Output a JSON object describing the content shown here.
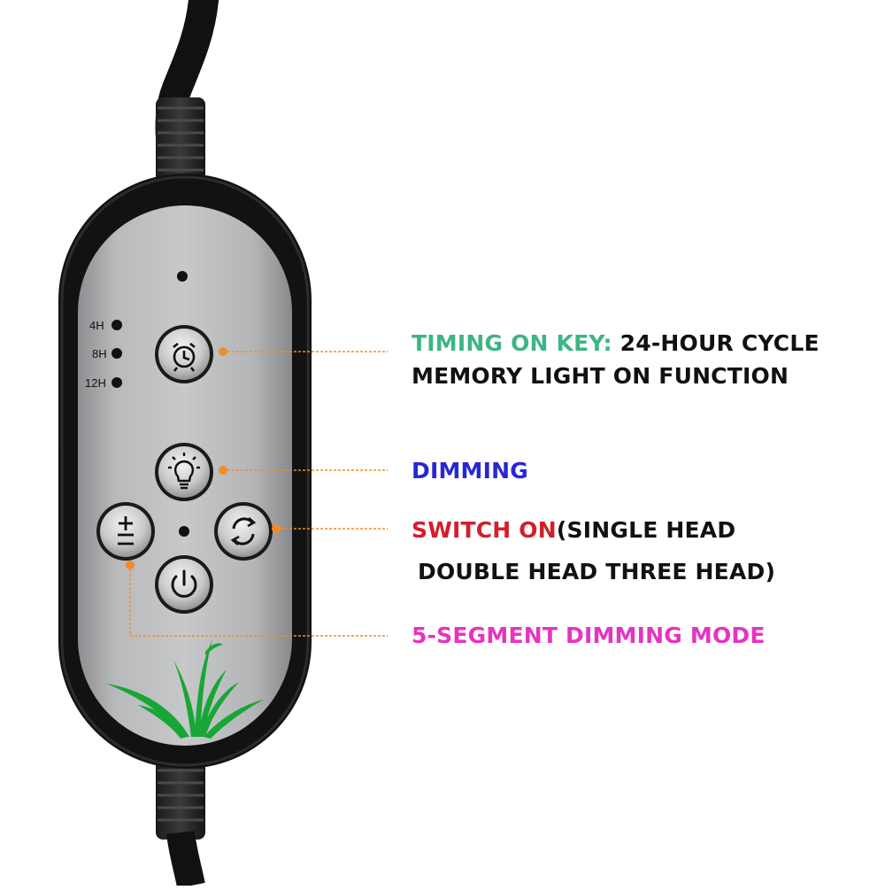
{
  "remote": {
    "timer_levels": [
      "4H",
      "8H",
      "12H"
    ],
    "buttons": {
      "timer": "alarm-clock-icon",
      "dimming": "light-bulb-icon",
      "level": "plus-minus-icon",
      "switch": "cycle-arrows-icon",
      "power": "power-icon"
    }
  },
  "callouts": {
    "timing": {
      "key_label": "TIMING ON KEY:",
      "line1_rest": "24-HOUR CYCLE",
      "line2": "MEMORY LIGHT ON FUNCTION"
    },
    "dimming": {
      "label": "DIMMING"
    },
    "switch": {
      "key_label": "SWITCH ON",
      "line1_rest": "(SINGLE HEAD",
      "line2": "DOUBLE HEAD THREE HEAD)"
    },
    "segment": {
      "label": "5-SEGMENT DIMMING MODE"
    }
  },
  "colors": {
    "timing": "#3db584",
    "dimming": "#2727d4",
    "switch": "#d1202b",
    "segment": "#e534c2",
    "leader": "#f28c28",
    "panel": "#a9aaac",
    "case": "#111111"
  }
}
